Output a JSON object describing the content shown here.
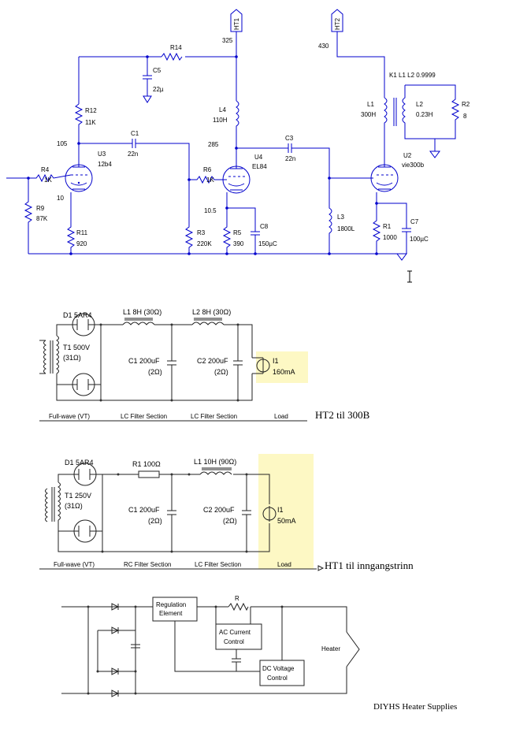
{
  "amp": {
    "labels": {
      "ht1": "HT1",
      "ht2": "HT2",
      "v325": "325",
      "v430": "430",
      "v105": "105",
      "v285": "285",
      "v10": "10",
      "v105b": "10.5",
      "r14": "R14",
      "c5": "C5",
      "c5v": "22µ",
      "r12": "R12",
      "r12v": "11K",
      "l4": "L4",
      "l4v": "110H",
      "c1": "C1",
      "c1v": "22n",
      "c3": "C3",
      "c3v": "22n",
      "u3": "U3",
      "u3v": "12b4",
      "u4": "U4",
      "u4v": "EL84",
      "u2": "U2",
      "u2v": "vie300b",
      "r4": "R4",
      "r4v": "1K",
      "r6": "R6",
      "r6v": "1K",
      "r9": "R9",
      "r9v": "87K",
      "r11": "R11",
      "r11v": "920",
      "r3": "R3",
      "r3v": "220K",
      "r5": "R5",
      "r5v": "390",
      "c8": "C8",
      "c8v": "150µC",
      "l3": "L3",
      "l3v": "1800L",
      "r1": "R1",
      "r1v": "1000",
      "c7": "C7",
      "c7v": "100µC",
      "k1": "K1 L1 L2 0.9999",
      "l1": "L1",
      "l1v": "300H",
      "l2": "L2",
      "l2v": "0.23H",
      "r2": "R2",
      "r2v": "8"
    }
  },
  "psu1": {
    "d1": "D1 5AR4",
    "t1": "T1 500V",
    "t1r": "(31Ω)",
    "l1": "L1 8H (30Ω)",
    "l2": "L2 8H (30Ω)",
    "c1": "C1 200uF",
    "c1r": "(2Ω)",
    "c2": "C2 200uF",
    "c2r": "(2Ω)",
    "i1": "I1",
    "i1v": "160mA",
    "sec1": "Full-wave (VT)",
    "sec2": "LC Filter Section",
    "sec3": "LC Filter Section",
    "sec4": "Load",
    "caption": "HT2 til 300B"
  },
  "psu2": {
    "d1": "D1 5AR4",
    "t1": "T1 250V",
    "t1r": "(31Ω)",
    "r1": "R1 100Ω",
    "l1": "L1 10H (90Ω)",
    "c1": "C1 200uF",
    "c1r": "(2Ω)",
    "c2": "C2 200uF",
    "c2r": "(2Ω)",
    "i1": "I1",
    "i1v": "50mA",
    "sec1": "Full-wave (VT)",
    "sec2": "RC Filter Section",
    "sec3": "LC Filter Section",
    "sec4": "Load",
    "caption": "HT1 til inngangstrinn"
  },
  "heater": {
    "reg": [
      "Regulation",
      "Element"
    ],
    "r": "R",
    "ac": [
      "AC Current",
      "Control"
    ],
    "dc": [
      "DC Voltage",
      "Control"
    ],
    "heater": "Heater",
    "caption": "DIYHS Heater Supplies"
  }
}
